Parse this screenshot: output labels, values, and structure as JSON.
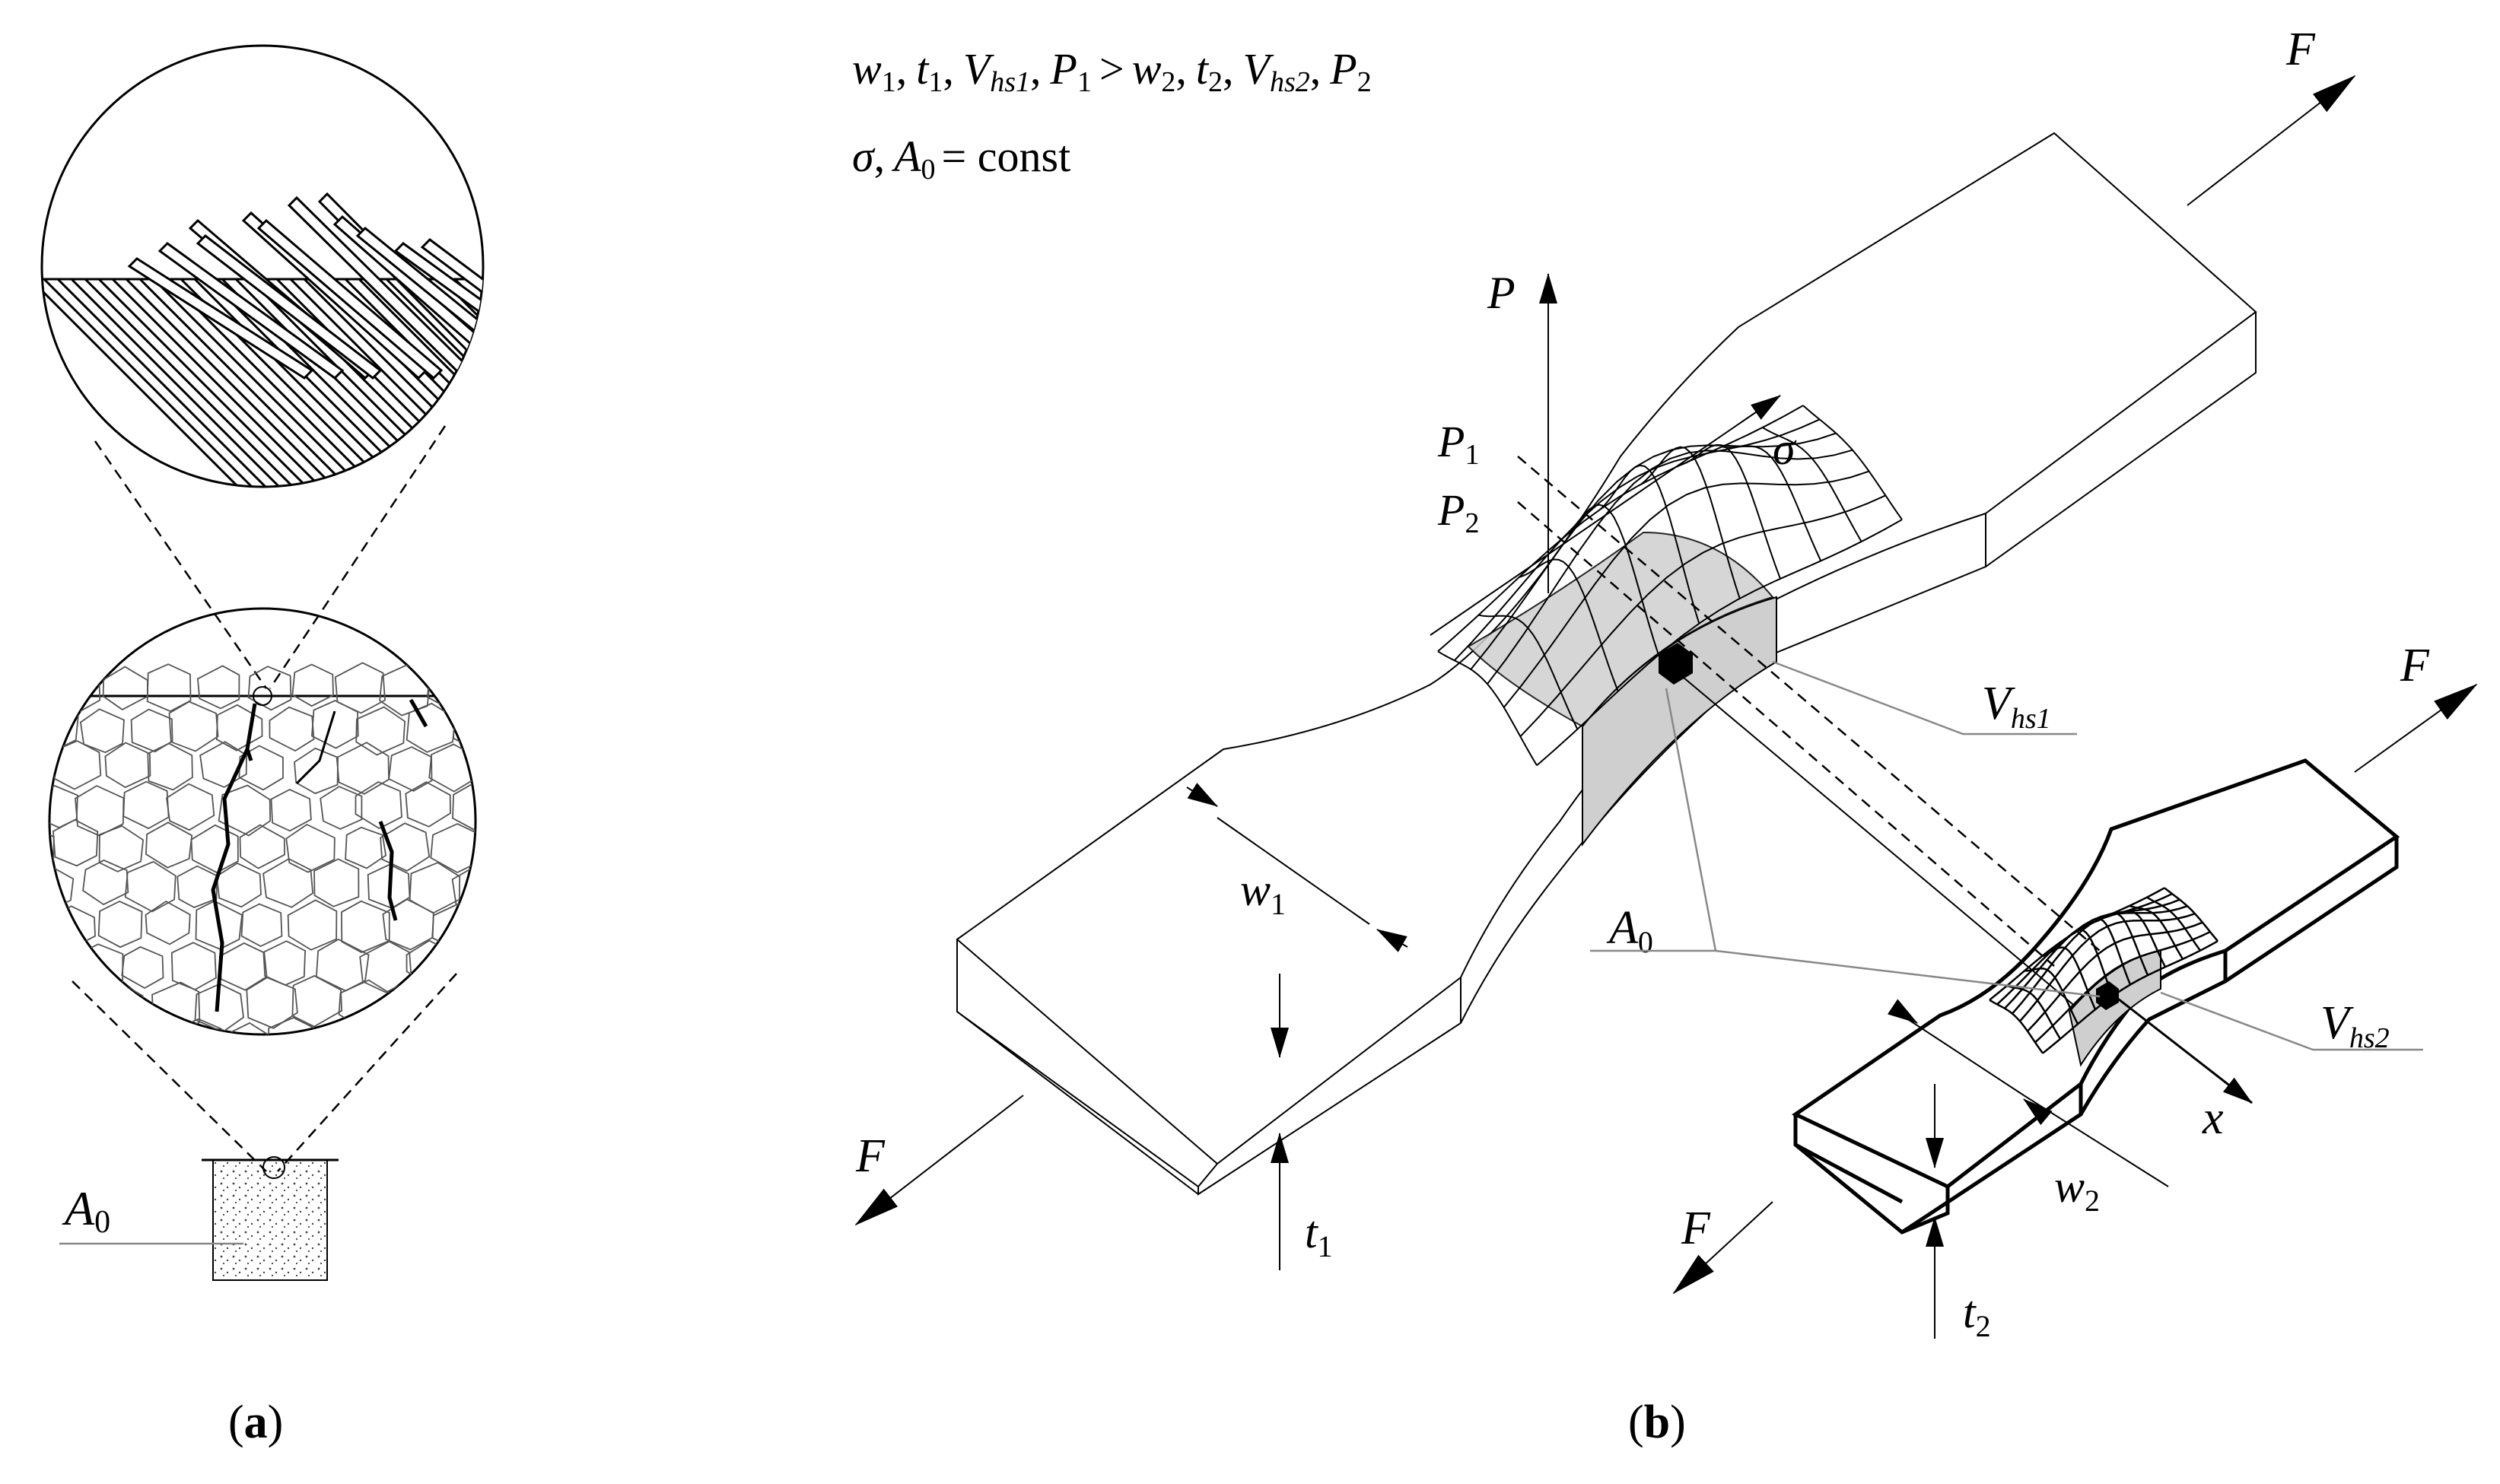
{
  "panel_a": {
    "caption_open": "(",
    "caption_letter": "a",
    "caption_close": ")",
    "area_label": "A",
    "area_sub": "0"
  },
  "panel_b": {
    "caption_open": "(",
    "caption_letter": "b",
    "caption_close": ")",
    "condition_line1": {
      "w": "w",
      "w1": "1",
      "t": "t",
      "t1": "1",
      "V": "V",
      "Vhs1": "hs1",
      "P": "P",
      "P1": "1",
      "gt": ">",
      "w2": "2",
      "t2": "2",
      "Vhs2": "hs2",
      "P2": "2",
      "sep": ","
    },
    "condition_line2": {
      "sigma": "σ",
      "sep": ",",
      "A": "A",
      "A0": "0",
      "eq": "= const"
    },
    "force": "F",
    "axis_P": "P",
    "axis_sigma": "σ",
    "axis_x": "x",
    "level_P": "P",
    "level_P1_sub": "1",
    "level_P2_sub": "2",
    "width_large": {
      "main": "w",
      "sub": "1"
    },
    "thickness_large": {
      "main": "t",
      "sub": "1"
    },
    "width_small": {
      "main": "w",
      "sub": "2"
    },
    "thickness_small": {
      "main": "t",
      "sub": "2"
    },
    "volume_large": {
      "main": "V",
      "sub": "hs1"
    },
    "volume_small": {
      "main": "V",
      "sub": "hs2"
    },
    "area": {
      "main": "A",
      "sub": "0"
    }
  }
}
